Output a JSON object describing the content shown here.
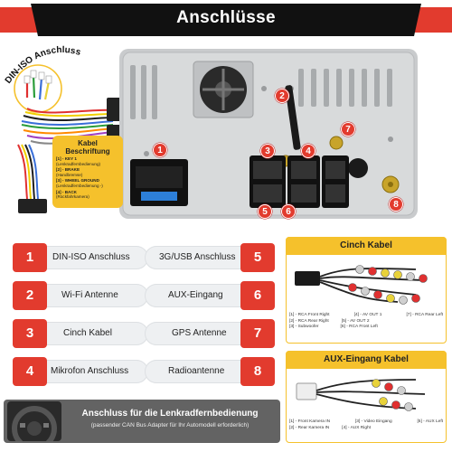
{
  "header": {
    "title": "Anschlüsse"
  },
  "din_iso": {
    "arc_label": "DIN-ISO Anschluss"
  },
  "kabel_box": {
    "title_line1": "Kabel",
    "title_line2": "Beschriftung",
    "items": [
      {
        "code": "[1] - KEY 1",
        "desc": "(Lenkradfernbedienung)"
      },
      {
        "code": "[2] - BRAKE",
        "desc": "(Handbremse)"
      },
      {
        "code": "[3] - WHEEL GROUND",
        "desc": "(Lenkradfernbedienung -)"
      },
      {
        "code": "[4] - BACK",
        "desc": "(Rückfahrkamera)"
      }
    ]
  },
  "device_markers": [
    "1",
    "2",
    "3",
    "4",
    "5",
    "6",
    "7",
    "8"
  ],
  "connections": [
    {
      "number": "1",
      "label": "DIN-ISO Anschluss"
    },
    {
      "number": "2",
      "label": "Wi-Fi Antenne"
    },
    {
      "number": "3",
      "label": "Cinch Kabel"
    },
    {
      "number": "4",
      "label": "Mikrofon Anschluss"
    },
    {
      "number": "5",
      "label": "3G/USB Anschluss"
    },
    {
      "number": "6",
      "label": "AUX-Eingang"
    },
    {
      "number": "7",
      "label": "GPS Antenne"
    },
    {
      "number": "8",
      "label": "Radioantenne"
    }
  ],
  "cinch_panel": {
    "title": "Cinch Kabel",
    "legend": [
      [
        "[1] - RCA Front Right",
        "[4] - AV OUT 1",
        "[7] - RCA Rear Left"
      ],
      [
        "[2] - RCA Rear Right",
        "[5] - AV OUT 2",
        ""
      ],
      [
        "[3] - Subwoofer",
        "[6] - RCA Front Left",
        ""
      ]
    ]
  },
  "aux_panel": {
    "title": "AUX-Eingang Kabel",
    "legend": [
      [
        "[1] - Front Kamera IN",
        "[3] - Video Eingang",
        "[5] - AUX Left"
      ],
      [
        "[2] - Rear Kamera IN",
        "[4] - AUX Right",
        ""
      ]
    ]
  },
  "steering": {
    "title": "Anschluss für die Lenkradfernbedienung",
    "subtitle": "(passender CAN Bus Adapter für Ihr Automodell erforderlich)"
  },
  "colors": {
    "accent_red": "#e23b2e",
    "accent_yellow": "#f5c12c",
    "banner_dark": "#111111",
    "steer_gray": "#636363"
  }
}
